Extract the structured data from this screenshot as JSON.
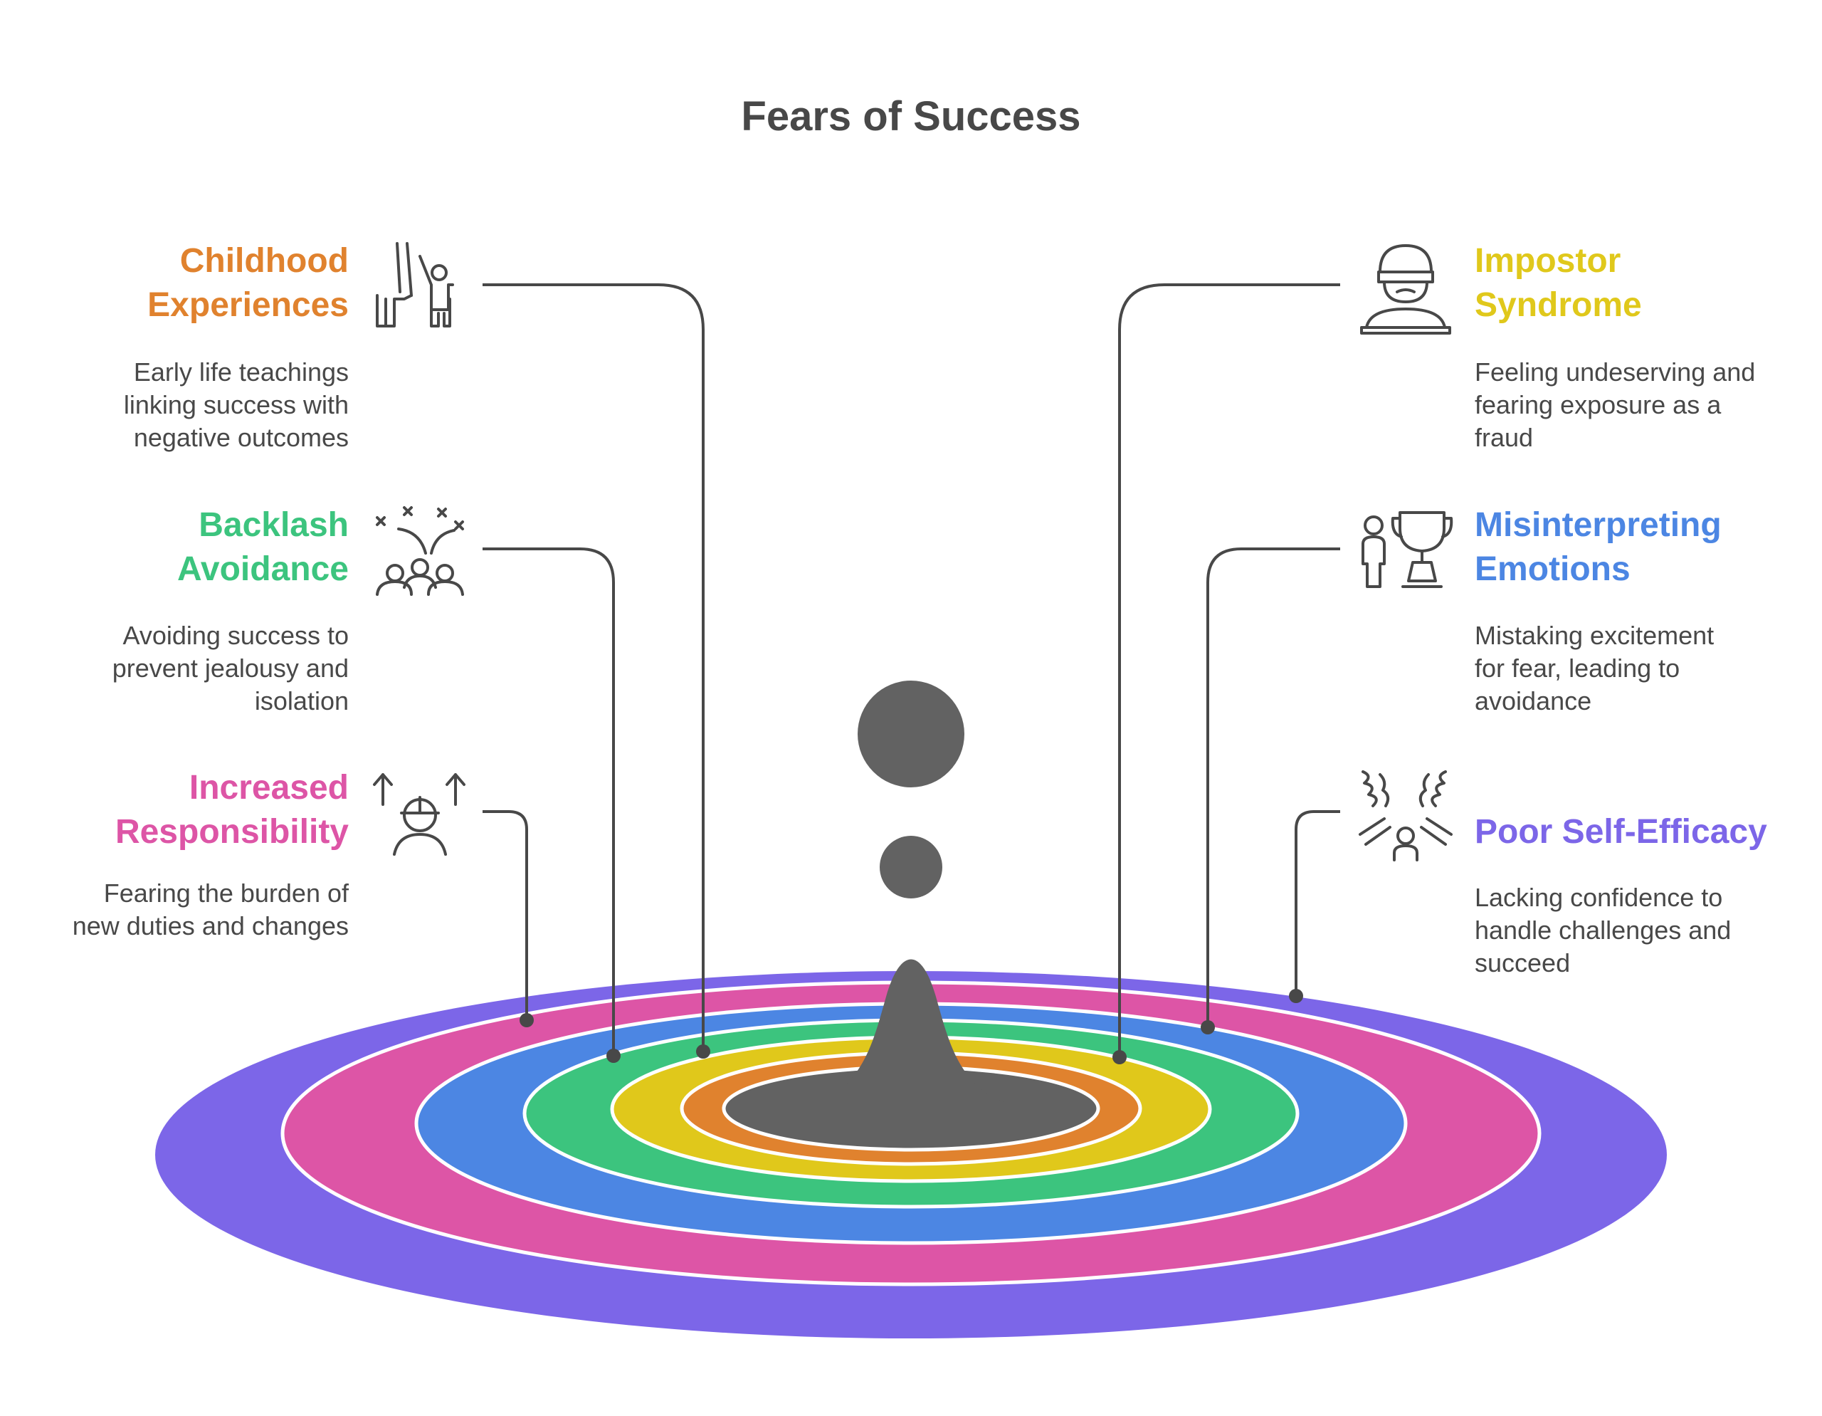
{
  "title": "Fears of Success",
  "colors": {
    "childhood": "#E0822E",
    "backlash": "#3CC47E",
    "responsibility": "#DD55A6",
    "impostor": "#E0C81B",
    "emotions": "#4C86E3",
    "efficacy": "#7C66E8",
    "core": "#626262",
    "line": "#484848"
  },
  "left_items": [
    {
      "heading": [
        "Childhood",
        "Experiences"
      ],
      "description": [
        "Early life teachings",
        "linking success with",
        "negative outcomes"
      ],
      "icon": "parent-child-icon"
    },
    {
      "heading": [
        "Backlash",
        "Avoidance"
      ],
      "description": [
        "Avoiding success to",
        "prevent jealousy and",
        "isolation"
      ],
      "icon": "crowd-conflict-icon"
    },
    {
      "heading": [
        "Increased",
        "Responsibility"
      ],
      "description": [
        "Fearing the burden of",
        "new duties and changes"
      ],
      "icon": "worker-arrows-icon"
    }
  ],
  "right_items": [
    {
      "heading": [
        "Impostor",
        "Syndrome"
      ],
      "description": [
        "Feeling undeserving and",
        "fearing exposure as a",
        "fraud"
      ],
      "icon": "masked-person-icon"
    },
    {
      "heading": [
        "Misinterpreting",
        "Emotions"
      ],
      "description": [
        "Mistaking excitement",
        "for fear, leading to",
        "avoidance"
      ],
      "icon": "person-trophy-icon"
    },
    {
      "heading": [
        "Poor Self-Efficacy"
      ],
      "description": [
        "Lacking confidence to",
        "handle challenges and",
        "succeed"
      ],
      "icon": "person-storm-icon"
    }
  ]
}
